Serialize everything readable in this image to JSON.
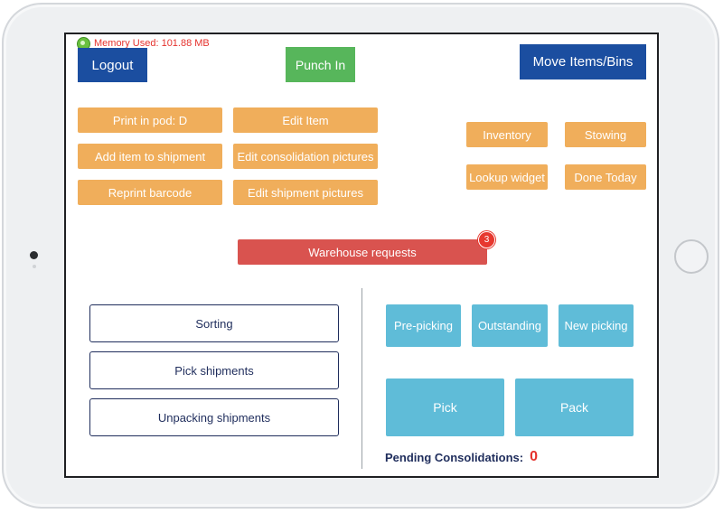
{
  "status": {
    "memory_used": "Memory Used: 101.88 MB"
  },
  "header": {
    "logout": "Logout",
    "punch_in": "Punch In",
    "move_items": "Move Items/Bins"
  },
  "actions_left": {
    "print_in_pod": "Print in pod: D",
    "edit_item": "Edit Item",
    "add_item_to_shipment": "Add item to shipment",
    "edit_consolidation_pictures": "Edit consolidation pictures",
    "reprint_barcode": "Reprint barcode",
    "edit_shipment_pictures": "Edit shipment pictures"
  },
  "actions_right": {
    "inventory": "Inventory",
    "stowing": "Stowing",
    "lookup_widget": "Lookup widget",
    "done_today": "Done Today"
  },
  "warehouse_requests": {
    "label": "Warehouse requests",
    "badge": "3"
  },
  "lists": {
    "sorting": "Sorting",
    "pick_shipments": "Pick shipments",
    "unpacking_shipments": "Unpacking shipments"
  },
  "picking": {
    "pre_picking": "Pre-picking",
    "outstanding": "Outstanding",
    "new_picking": "New picking",
    "pick": "Pick",
    "pack": "Pack"
  },
  "pending": {
    "label": "Pending Consolidations:",
    "count": "0"
  },
  "colors": {
    "primary_blue": "#1b4ea0",
    "punch_green": "#57b65b",
    "action_orange": "#f0ae5b",
    "request_red": "#d9534f",
    "picking_cyan": "#5fbcd8",
    "alert_red": "#e5322d"
  }
}
